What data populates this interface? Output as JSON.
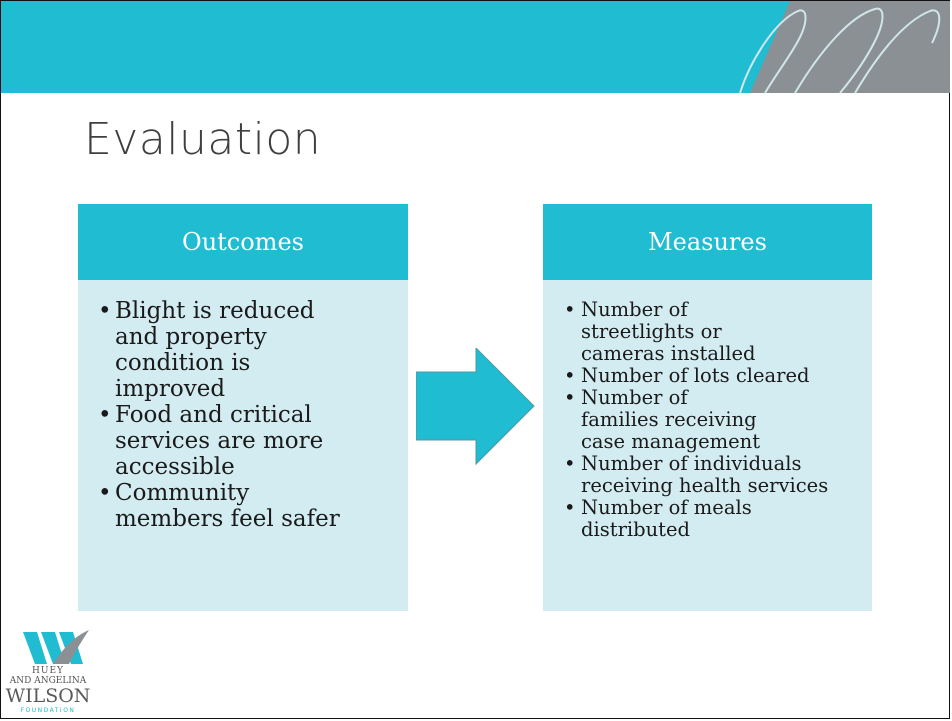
{
  "slide": {
    "title": "Evaluation"
  },
  "outcomes": {
    "heading": "Outcomes",
    "items": [
      "Blight is reduced and property condition is improved",
      "Food and critical services are more accessible",
      "Community members feel safer"
    ]
  },
  "measures": {
    "heading": "Measures",
    "items": [
      "Number of streetlights or cameras installed",
      "Number of lots cleared",
      "Number of families receiving case management",
      "Number of individuals receiving health services",
      "Number of meals distributed"
    ]
  },
  "logo": {
    "line1": "HUEY",
    "line2": "AND ANGELINA",
    "line3": "WILSON",
    "line4": "FOUNDATION"
  },
  "colors": {
    "accent": "#1fbcd2",
    "panel_body": "#d3ecf1",
    "decor_gray": "#8a9094"
  }
}
